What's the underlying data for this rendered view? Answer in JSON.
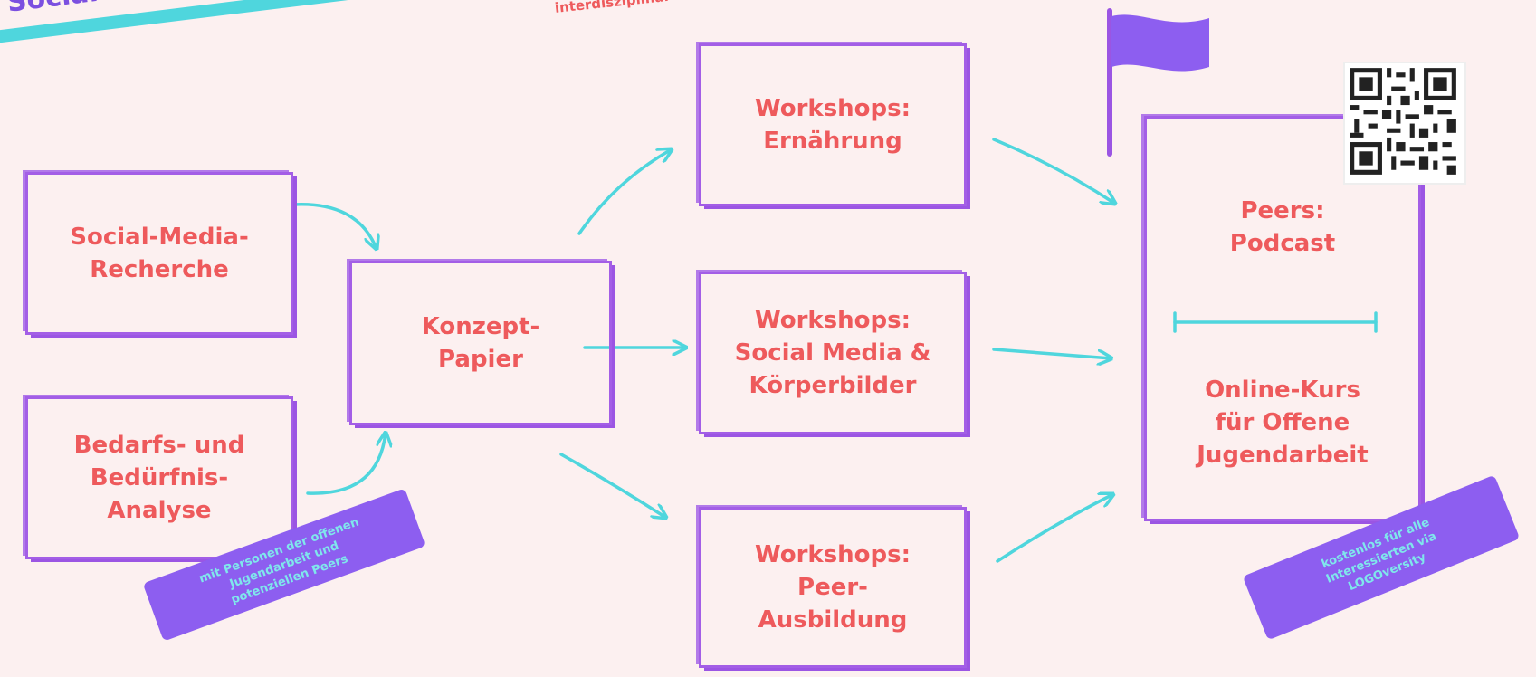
{
  "header": {
    "title": "Social-Media-Projekt",
    "subtitle": "interdisziplinär"
  },
  "boxes": {
    "research": "Social-Media-\nRecherche",
    "analysis": "Bedarfs- und\nBedürfnis-\nAnalyse",
    "concept": "Konzept-\nPapier",
    "ws_nutrition": "Workshops:\nErnährung",
    "ws_social": "Workshops:\nSocial Media &\nKörperbilder",
    "ws_peer": "Workshops:\nPeer-\nAusbildung",
    "podcast": "Peers:\nPodcast",
    "course": "Online-Kurs\nfür Offene\nJugendarbeit"
  },
  "tags": {
    "analysis_note": "mit Personen der offenen\nJugendarbeit und\npotenziellen Peers",
    "course_note": "kostenlos für alle\nInteressierten via\nLOGOversity"
  },
  "icons": {
    "flag": "flag-icon",
    "qr": "qr-code-icon"
  },
  "colors": {
    "background": "#fcf0f0",
    "box_border": "#a35ee6",
    "label_text": "#ee5a5c",
    "arrow": "#4fd6dd",
    "tag_fill": "#8d5ef0",
    "tag_text": "#7fe7ec",
    "title_text": "#7b4fe0"
  }
}
